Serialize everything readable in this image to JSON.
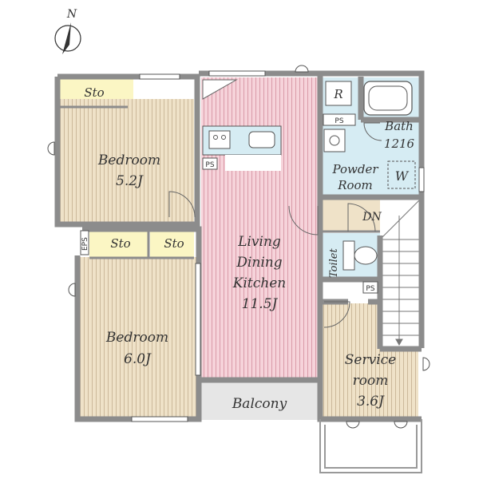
{
  "compass": {
    "label": "N"
  },
  "colors": {
    "wall": "#8c8c8c",
    "wood": "#efe2c8",
    "wood_line": "#cbb89a",
    "ldk": "#f6d3da",
    "ldk_line": "#d99aa8",
    "wet": "#d6ecf3",
    "storage": "#fbf6c4",
    "balcony": "#e6e6e6"
  },
  "rooms": {
    "sto_top": "Sto",
    "sto_mid1": "Sto",
    "sto_mid2": "Sto",
    "bedroom1": {
      "name": "Bedroom",
      "size": "5.2J"
    },
    "bedroom2": {
      "name": "Bedroom",
      "size": "6.0J"
    },
    "ldk": {
      "line1": "Living",
      "line2": "Dining",
      "line3": "Kitchen",
      "size": "11.5J"
    },
    "bath": {
      "name": "Bath",
      "size": "1216"
    },
    "powder": {
      "line1": "Powder",
      "line2": "Room"
    },
    "washer": "W",
    "fridge": "R",
    "toilet": "Toilet",
    "service": {
      "line1": "Service",
      "line2": "room",
      "size": "3.6J"
    },
    "balcony": "Balcony",
    "stairs": "DN",
    "ps1": "PS",
    "ps2": "PS",
    "ps3": "PS",
    "eps": "EPS"
  }
}
